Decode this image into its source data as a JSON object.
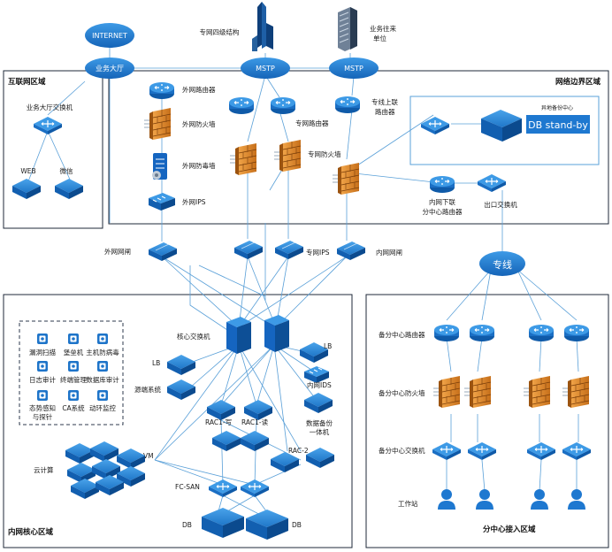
{
  "regions": {
    "internet_zone": "互联网区域",
    "border_zone": "网络边界区域",
    "core_zone": "内网核心区域",
    "branch_zone": "分中心接入区域"
  },
  "top": {
    "internet": "INTERNET",
    "hall": "业务大厅",
    "mstp1": "MSTP",
    "mstp2": "MSTP",
    "private_level4_l1": "专网四级结构",
    "biz_unit_l1": "业务往来",
    "biz_unit_l2": "单位"
  },
  "internet_zone": {
    "hall_switch": "业务大厅交换机",
    "web": "WEB",
    "wechat": "微信"
  },
  "border": {
    "ext_router": "外网路由器",
    "ext_firewall": "外网防火墙",
    "ext_antivirus": "外网防毒墙",
    "ext_ips": "外网IPS",
    "priv_router": "专网路由器",
    "priv_firewall": "专网防火墙",
    "uplink_router_l1": "专线上联",
    "uplink_router_l2": "路由器",
    "backup_title": "异地备份中心",
    "db_standby": "DB stand-by",
    "branch_router_l1": "内网下联",
    "branch_router_l2": "分中心路由器",
    "exit_switch": "出口交换机"
  },
  "mid": {
    "ext_gatekeeper": "外网网闸",
    "priv_ips": "专网IPS",
    "int_gatekeeper": "内网网闸",
    "private_line": "专线"
  },
  "core": {
    "core_switch": "核心交换机",
    "lb_left": "LB",
    "lb_right": "LB",
    "source_system": "源端系统",
    "int_ids": "内网IDS",
    "db_backup_l1": "数据备份",
    "db_backup_l2": "一体机",
    "rac1_write": "RAC1-写",
    "rac1_read": "RAC1-读",
    "rac2": "RAC-2",
    "vm": "VM",
    "cloud": "云计算",
    "fc_san": "FC-SAN",
    "db_left": "DB",
    "db_right": "DB",
    "security_items": [
      "漏洞扫描",
      "堡垒机",
      "主机防病毒",
      "日志审计",
      "终端管理",
      "数据库审计",
      "态势感知",
      "CA系统",
      "动环监控"
    ],
    "security_item7_l2": "与探针"
  },
  "branch": {
    "router": "备分中心路由器",
    "firewall": "备分中心防火墙",
    "switch": "备分中心交换机",
    "workstation": "工作站"
  },
  "colors": {
    "blue": "#1565c0",
    "light_blue": "#2f86d6",
    "orange": "#e08a2c",
    "line": "#5aa0d8",
    "frame": "#1f2a3a"
  }
}
